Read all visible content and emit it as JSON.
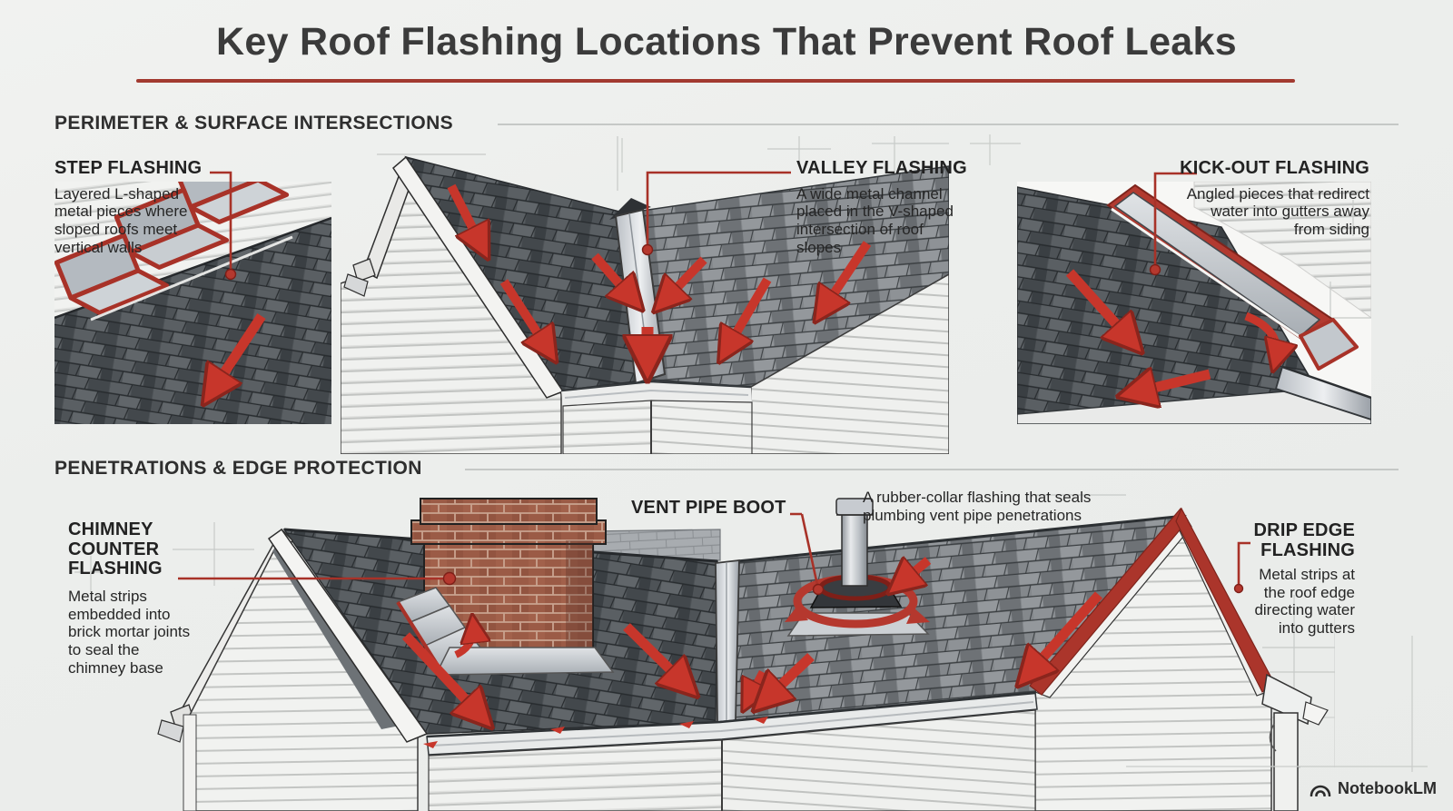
{
  "title": "Key Roof Flashing Locations That Prevent Roof Leaks",
  "colors": {
    "accent_red": "#a83228",
    "arrow_red": "#c7362b",
    "heading_dark": "#303030",
    "background": "#edefee"
  },
  "sections": [
    {
      "heading": "PERIMETER & SURFACE INTERSECTIONS",
      "items": [
        {
          "name": "STEP FLASHING",
          "description": "Layered L-shaped\nmetal pieces where\nsloped roofs meet\nvertical walls"
        },
        {
          "name": "VALLEY FLASHING",
          "description": "A wide metal channel\nplaced in the V-shaped\nintersection of roof\nslopes"
        },
        {
          "name": "KICK-OUT FLASHING",
          "description": "Angled pieces that redirect\nwater into gutters away\nfrom siding"
        }
      ]
    },
    {
      "heading": "PENETRATIONS & EDGE PROTECTION",
      "items": [
        {
          "name": "CHIMNEY\nCOUNTER\nFLASHING",
          "description": "Metal strips\nembedded into\nbrick mortar joints\nto seal the\nchimney base"
        },
        {
          "name": "VENT PIPE BOOT",
          "description": "A rubber-collar flashing that seals\nplumbing vent pipe penetrations"
        },
        {
          "name": "DRIP EDGE\nFLASHING",
          "description": "Metal strips at\nthe roof edge\ndirecting water\ninto gutters"
        }
      ]
    }
  ],
  "watermark": {
    "label": "NotebookLM"
  }
}
